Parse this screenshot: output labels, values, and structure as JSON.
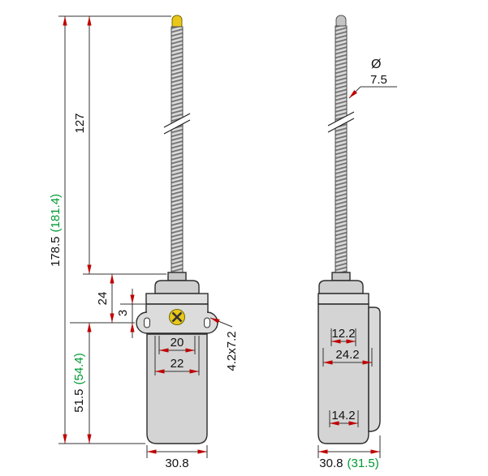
{
  "colors": {
    "outline": "#2b2b2b",
    "dimension_line": "#333333",
    "arrow": "#c00000",
    "alt_dimension_text": "#009933",
    "body_gray": "#d4d4d4",
    "actuator_yellow": "#e9c71a"
  },
  "front_view": {
    "overall_length": "178.5",
    "overall_length_alt": "(181.4)",
    "rod_length": "127",
    "head_height": "24",
    "hole_offset": "3",
    "body_height": "51.5",
    "body_height_alt": "(54.4)",
    "hole_spacing_inner": "20",
    "hole_spacing_outer": "22",
    "mounting_slot": "4.2x7.2",
    "body_width": "30.8"
  },
  "side_view": {
    "rod_diameter_symbol": "Ø",
    "rod_diameter": "7.5",
    "upper_depth": "12.2",
    "middle_depth": "24.2",
    "lower_depth": "14.2",
    "body_depth": "30.8",
    "body_depth_alt": "(31.5)"
  }
}
